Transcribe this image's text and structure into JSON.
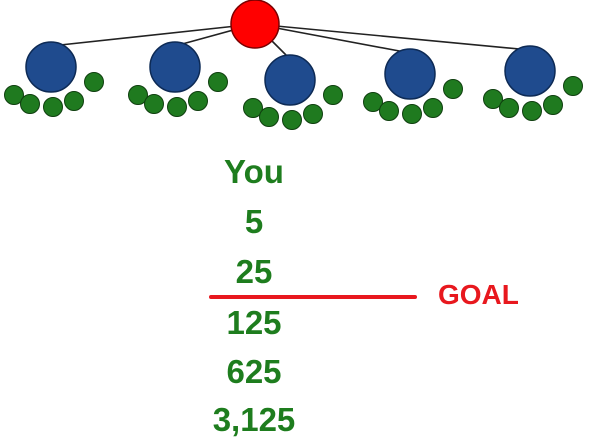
{
  "colors": {
    "root": "#ff0000",
    "level1": "#1f4b8e",
    "level2": "#1f7a1f",
    "edge": "#222222",
    "goal": "#e8181e",
    "number_text": "#1e7d1e"
  },
  "tree": {
    "root_count": 1,
    "children_per_node": 5,
    "grandchildren_per_child": 5
  },
  "levels": [
    {
      "label": "You"
    },
    {
      "label": "5"
    },
    {
      "label": "25"
    },
    {
      "label": "125"
    },
    {
      "label": "625"
    },
    {
      "label": "3,125"
    }
  ],
  "goal": {
    "label": "GOAL"
  }
}
